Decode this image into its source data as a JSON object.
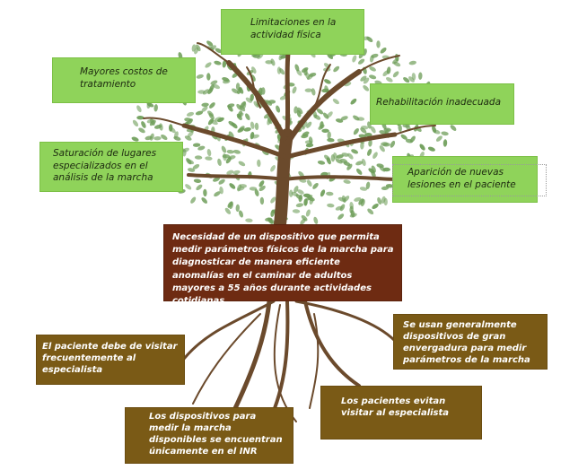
{
  "colors": {
    "effect_box": "#8fd35a",
    "cause_box": "#7a5a16",
    "core_problem": "#6e2b12",
    "trunk": "#6b4a2c",
    "leaves": "#6f9e5a"
  },
  "effects": [
    "Limitaciones en la actividad física",
    "Mayores costos de tratamiento",
    "Rehabilitación inadecuada",
    "Saturación de lugares especializados en el análisis de la marcha",
    "Aparición de nuevas lesiones en el paciente"
  ],
  "core_problem": "Necesidad de un dispositivo que permita medir parámetros físicos de la marcha para diagnosticar de manera eficiente anomalías en el caminar de adultos mayores a 55 años durante actividades cotidianas.",
  "causes": [
    "Se usan generalmente dispositivos de gran envergadura para medir parámetros de la marcha",
    "El paciente debe de visitar frecuentemente al especialista",
    "Los pacientes evitan visitar al especialista",
    "Los dispositivos para medir la marcha disponibles se encuentran únicamente en el INR"
  ]
}
